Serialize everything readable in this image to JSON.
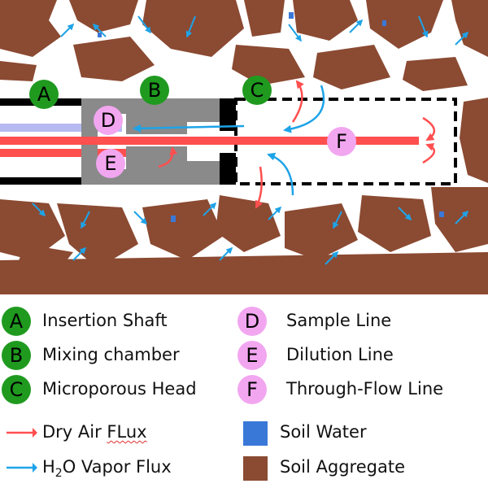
{
  "labels": {
    "A": "A",
    "B": "B",
    "C": "C",
    "D": "D",
    "E": "E",
    "F": "F"
  },
  "legend": {
    "components": [
      {
        "key": "A",
        "text": "Insertion Shaft"
      },
      {
        "key": "B",
        "text": "Mixing chamber"
      },
      {
        "key": "C",
        "text": "Microporous Head"
      },
      {
        "key": "D",
        "text": "Sample Line"
      },
      {
        "key": "E",
        "text": "Dilution Line"
      },
      {
        "key": "F",
        "text": "Through-Flow Line"
      }
    ],
    "dry_air": {
      "before": "Dry Air ",
      "flagged": "FLux"
    },
    "vapor": {
      "pre": "H",
      "sub": "2",
      "post": "O Vapor Flux"
    },
    "soil_water": "Soil Water",
    "soil_aggregate": "Soil Aggregate"
  },
  "colors": {
    "soil_aggregate": "#8b4a32",
    "soil_water": "#3a78d8",
    "dry_air": "#ff4f4f",
    "vapor": "#1ea3e8",
    "component_green": "#1f9a1f",
    "component_pink": "#f2a6f0",
    "mixing_chamber": "#8a8a8a",
    "sample_line": "#b6baf0"
  }
}
